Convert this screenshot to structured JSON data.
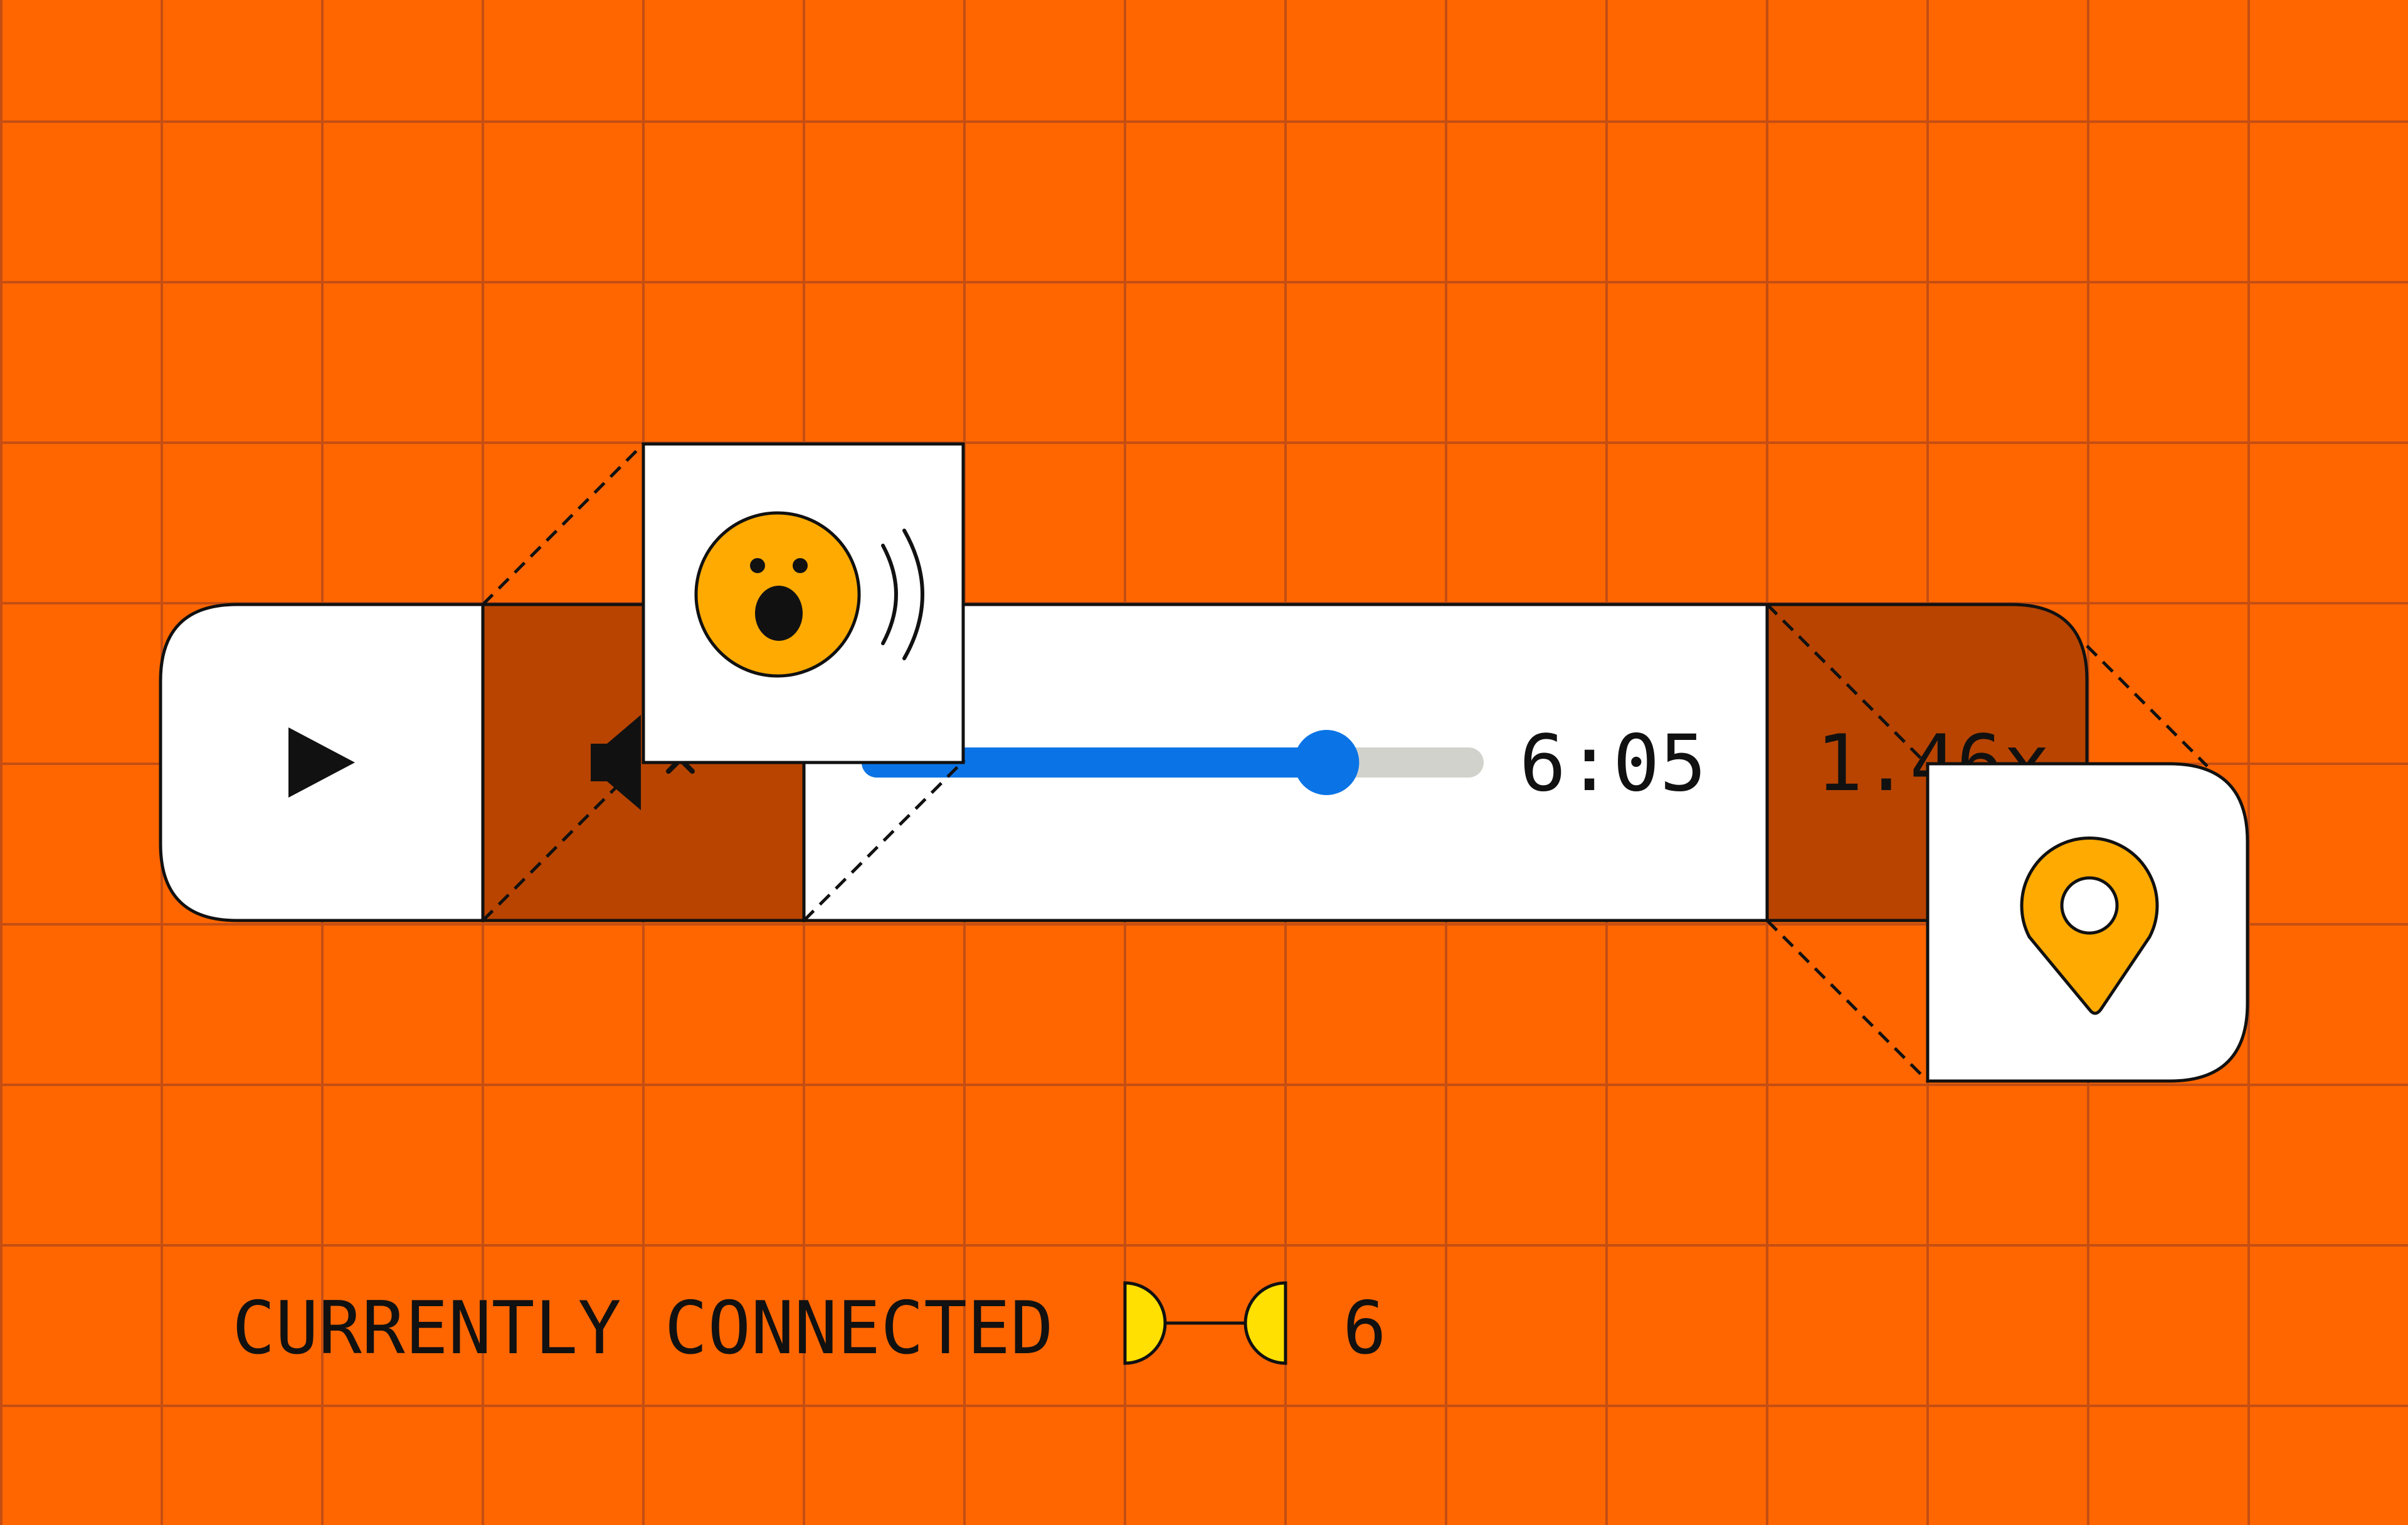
{
  "player": {
    "play_button": "play-icon",
    "mute_button": "speaker-muted-icon",
    "time_display": "6:05",
    "progress_percent": 76,
    "speed_display": "1.46x"
  },
  "popovers": {
    "sound_popover_icon": "surprised-face-sound-icon",
    "location_popover_icon": "location-pin-icon"
  },
  "status": {
    "label": "CURRENTLY CONNECTED",
    "count": "6",
    "connection_icon": "connected-nodes-icon"
  },
  "colors": {
    "background": "#FF6600",
    "grid_line": "#C44E14",
    "panel": "#FFFFFF",
    "panel_dark": "#B84400",
    "accent_blue": "#0A74E6",
    "track_gray": "#D2D2CC",
    "emoji_yellow": "#FFAA00",
    "node_yellow": "#FFE000",
    "stroke": "#111111"
  }
}
